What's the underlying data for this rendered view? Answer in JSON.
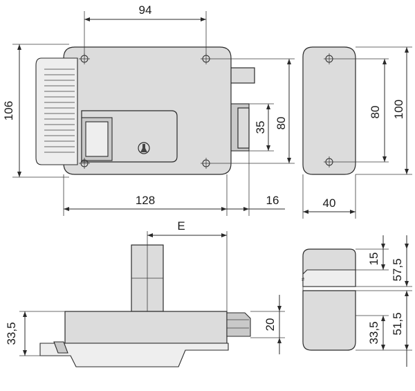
{
  "dimensions": {
    "front_hole_spacing_width": "94",
    "front_total_height": "106",
    "front_total_width": "128",
    "front_bolt_projection": "16",
    "front_bolt_height": "35",
    "front_hole_spacing_height": "80",
    "side_hole_spacing": "80",
    "side_total_height": "100",
    "side_depth": "40",
    "bottom_e_label": "E",
    "bottom_left_height": "33,5",
    "bottom_bolt_height": "20",
    "right_small_top": "15",
    "right_upper_total": "57,5",
    "right_lower_part": "33,5",
    "right_lower_total": "51,5"
  },
  "colors": {
    "body_fill": "#dcdcdc",
    "dark_fill": "#c9c9c9",
    "line": "#2a2a2a"
  }
}
